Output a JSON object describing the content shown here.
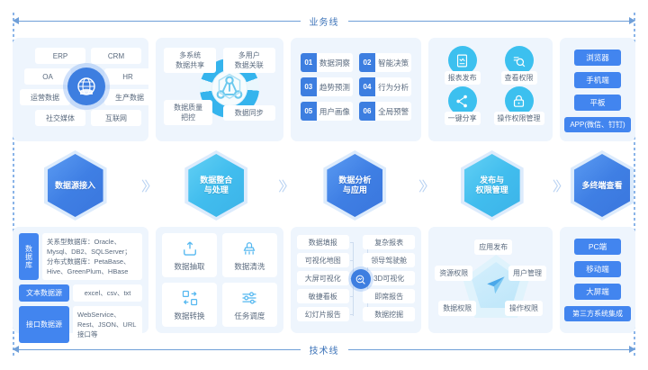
{
  "axes": {
    "top_label": "业务线",
    "bottom_label": "技术线"
  },
  "flow": {
    "chevron": "〉〉",
    "steps": [
      {
        "label_line1": "数据源接入",
        "label_line2": "",
        "color": "#3f7fe4",
        "tone": "blue"
      },
      {
        "label_line1": "数据整合",
        "label_line2": "与处理",
        "color": "#41bdee",
        "tone": "cyan"
      },
      {
        "label_line1": "数据分析",
        "label_line2": "与应用",
        "color": "#3f7fe4",
        "tone": "blue"
      },
      {
        "label_line1": "发布与",
        "label_line2": "权限管理",
        "color": "#41bdee",
        "tone": "cyan"
      },
      {
        "label_line1": "多终端查看",
        "label_line2": "",
        "color": "#3f7fe4",
        "tone": "blue"
      }
    ]
  },
  "business": {
    "sources": {
      "icon": "globe-network-icon",
      "chips": [
        "ERP",
        "CRM",
        "OA",
        "HR",
        "运营数据",
        "生产数据",
        "社交媒体",
        "互联网"
      ]
    },
    "integration": {
      "icon": "data-node-cube-icon",
      "keys": [
        {
          "line1": "多系统",
          "line2": "数据共享"
        },
        {
          "line1": "多用户",
          "line2": "数据关联"
        },
        {
          "line1": "数据质量",
          "line2": "把控"
        },
        {
          "line1": "数据同步",
          "line2": ""
        }
      ]
    },
    "analysis": {
      "items": [
        {
          "num": "01",
          "text": "数据洞察"
        },
        {
          "num": "02",
          "text": "智能决策"
        },
        {
          "num": "03",
          "text": "趋势预测"
        },
        {
          "num": "04",
          "text": "行为分析"
        },
        {
          "num": "05",
          "text": "用户画像"
        },
        {
          "num": "06",
          "text": "全局预警"
        }
      ]
    },
    "publish": {
      "items": [
        {
          "label": "报表发布",
          "icon": "report-document-icon"
        },
        {
          "label": "查看权限",
          "icon": "view-search-icon"
        },
        {
          "label": "一键分享",
          "icon": "share-nodes-icon"
        },
        {
          "label": "操作权限管理",
          "icon": "lock-icon"
        }
      ]
    },
    "terminals": {
      "items": [
        "浏览器",
        "手机端",
        "平板",
        "APP(微信、钉钉)"
      ]
    }
  },
  "technology": {
    "datasources": {
      "rows": [
        {
          "tag": "数据库",
          "vertical": true,
          "body_line1": "关系型数据库：Oracle、",
          "body_line2": "Mysql、DB2、SQLServer；",
          "body_line3": "分布式数据库：PetaBase、",
          "body_line4": "Hive、GreenPlum、HBase"
        },
        {
          "tag": "文本数据源",
          "vertical": false,
          "body_line1": "excel、csv、txt"
        },
        {
          "tag": "接口数据源",
          "vertical": false,
          "body_line1": "WebService、",
          "body_line2": "Rest、JSON、URL",
          "body_line3": "接口等"
        }
      ]
    },
    "etl": {
      "items": [
        {
          "label": "数据抽取",
          "icon": "upload-box-icon"
        },
        {
          "label": "数据清洗",
          "icon": "broom-clean-icon"
        },
        {
          "label": "数据转换",
          "icon": "transform-swap-icon"
        },
        {
          "label": "任务调度",
          "icon": "sliders-schedule-icon"
        }
      ]
    },
    "visualization": {
      "icon": "analytics-hub-icon",
      "left": [
        "数据填报",
        "可视化地图",
        "大屏可视化",
        "敏捷看板",
        "幻灯片报告"
      ],
      "right": [
        "复杂报表",
        "领导驾驶舱",
        "3D可视化",
        "即席报告",
        "数据挖掘"
      ]
    },
    "permissions": {
      "icon": "paper-plane-icon",
      "top": "应用发布",
      "left": "资源权限",
      "right": "用户管理",
      "bottom_left": "数据权限",
      "bottom_right": "操作权限"
    },
    "endpoints": {
      "items": [
        "PC端",
        "移动端",
        "大屏端",
        "第三方系统集成"
      ]
    }
  }
}
